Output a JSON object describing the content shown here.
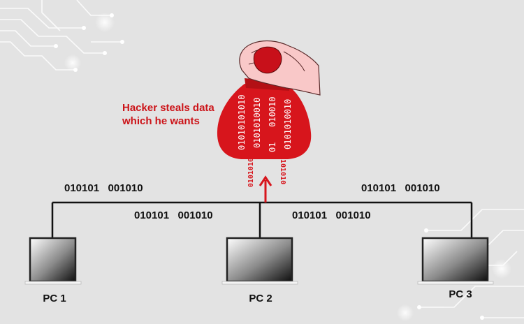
{
  "caption": {
    "line1": "Hacker steals data",
    "line2": "which he wants"
  },
  "bag": {
    "col1": "01010101010",
    "col2": "0101010010",
    "col3": "01   010010",
    "col4": "0101010010"
  },
  "drips": {
    "left": "0101010",
    "right": "0101010"
  },
  "bits": {
    "top_left": "010101   001010",
    "top_right": "010101   001010",
    "mid_left": "010101   001010",
    "mid_right": "010101   001010"
  },
  "pcs": [
    {
      "label": "PC 1"
    },
    {
      "label": "PC 2"
    },
    {
      "label": "PC 3"
    }
  ],
  "colors": {
    "accent": "#d7151c",
    "caption": "#cc1419",
    "line": "#111111",
    "background": "#e3e3e3",
    "circuit": "#ffffff"
  }
}
